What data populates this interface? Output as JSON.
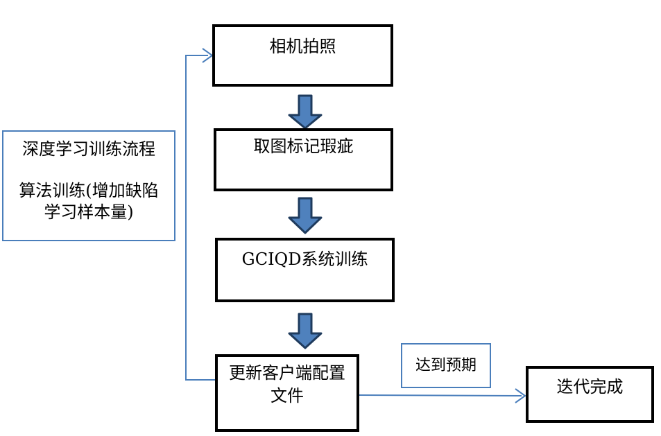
{
  "colors": {
    "background": "#ffffff",
    "process_box_border": "#000000",
    "connector_line": "#4a7ebb",
    "block_arrow_fill": "#4f81bd",
    "block_arrow_stroke": "#1f3b5d",
    "text": "#000000"
  },
  "side_note": {
    "line1": "深度学习训练流程",
    "line2": "算法训练(增加缺陷",
    "line3": "学习样本量)"
  },
  "nodes": {
    "camera": "相机拍照",
    "mark_defects": "取图标记瑕疵",
    "system_training": "GCIQD系统训练",
    "update_config_line1": "更新客户端配置",
    "update_config_line2": "文件",
    "expectation": "达到预期",
    "iteration_done": "迭代完成"
  }
}
